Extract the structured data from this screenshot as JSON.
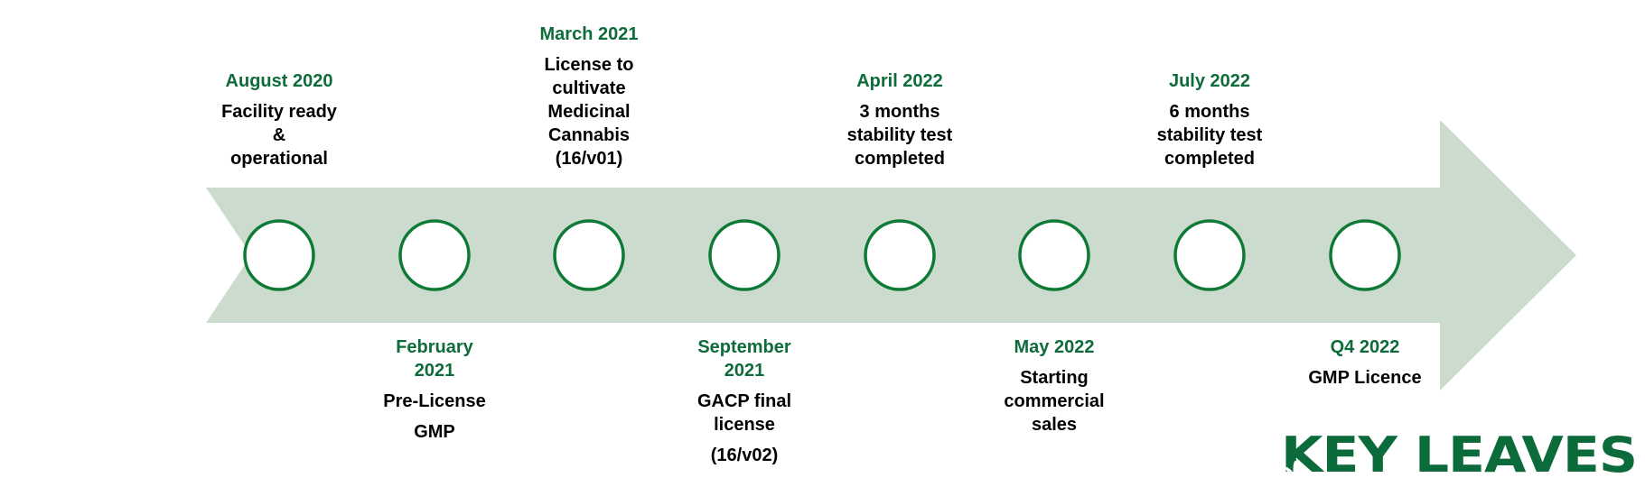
{
  "colors": {
    "arrow_fill": "#cbdccf",
    "circle_stroke": "#0f7a35",
    "date_text": "#0e6b3a",
    "desc_text": "#000000",
    "logo": "#0b6b3a"
  },
  "milestones": [
    {
      "date": "August 2020",
      "description": "Facility ready\n&\noperational",
      "position": "above"
    },
    {
      "date": "February\n2021",
      "description": "Pre-License",
      "description2": "GMP",
      "position": "below"
    },
    {
      "date": "March 2021",
      "description": "License to\ncultivate\nMedicinal\nCannabis\n(16/v01)",
      "position": "above"
    },
    {
      "date": "September\n2021",
      "description": "GACP final\nlicense",
      "description2": "(16/v02)",
      "position": "below"
    },
    {
      "date": "April 2022",
      "description": "3 months\nstability test\ncompleted",
      "position": "above"
    },
    {
      "date": "May 2022",
      "description": "Starting\ncommercial\nsales",
      "position": "below"
    },
    {
      "date": "July 2022",
      "description": "6 months\nstability test\ncompleted",
      "position": "above"
    },
    {
      "date": "Q4 2022",
      "description": "GMP Licence",
      "position": "below"
    }
  ],
  "logo": {
    "text": "KEY LEAVES"
  }
}
